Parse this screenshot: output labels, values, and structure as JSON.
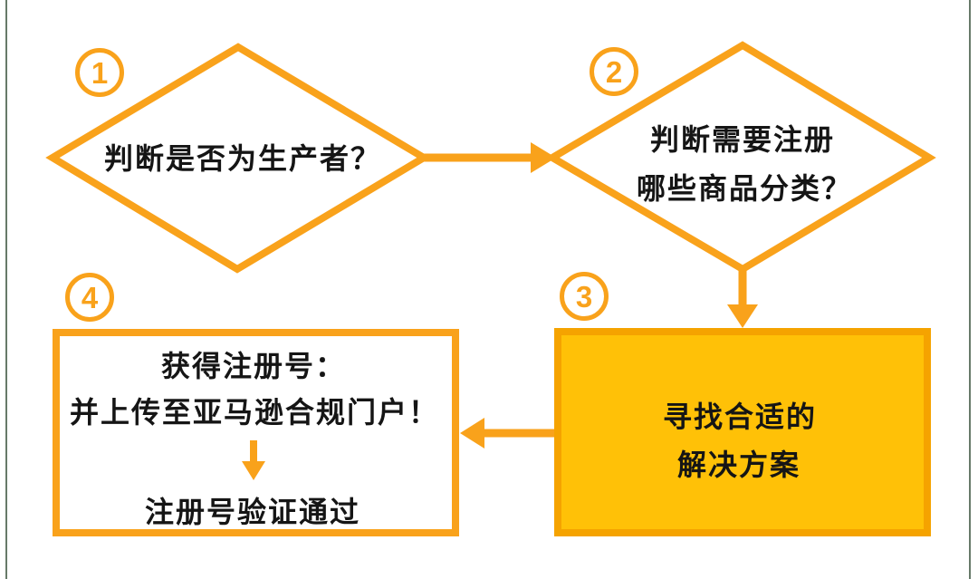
{
  "diagram": {
    "type": "flowchart",
    "colors": {
      "stroke_orange": "#f9a21b",
      "box_fill_amber": "#ffc107",
      "box_border_amber": "#f5a300",
      "text_black": "#151515",
      "frame_line_green": "#4c634f",
      "background": "#ffffff"
    },
    "nodes": {
      "step1": {
        "badge": "1",
        "shape": "diamond",
        "label": "判断是否为生产者？"
      },
      "step2": {
        "badge": "2",
        "shape": "diamond",
        "lines": [
          "判断需要注册",
          "哪些商品分类？"
        ]
      },
      "step3": {
        "badge": "3",
        "shape": "filled-rectangle",
        "lines": [
          "寻找合适的",
          "解决方案"
        ]
      },
      "step4": {
        "badge": "4",
        "shape": "outlined-rectangle",
        "lines": [
          "获得注册号：",
          "并上传至亚马逊合规门户！",
          "注册号验证通过"
        ]
      }
    },
    "edges": [
      {
        "from": "step1",
        "to": "step2",
        "direction": "right"
      },
      {
        "from": "step2",
        "to": "step3",
        "direction": "down"
      },
      {
        "from": "step3",
        "to": "step4",
        "direction": "left"
      },
      {
        "within": "step4",
        "direction": "down"
      }
    ]
  }
}
